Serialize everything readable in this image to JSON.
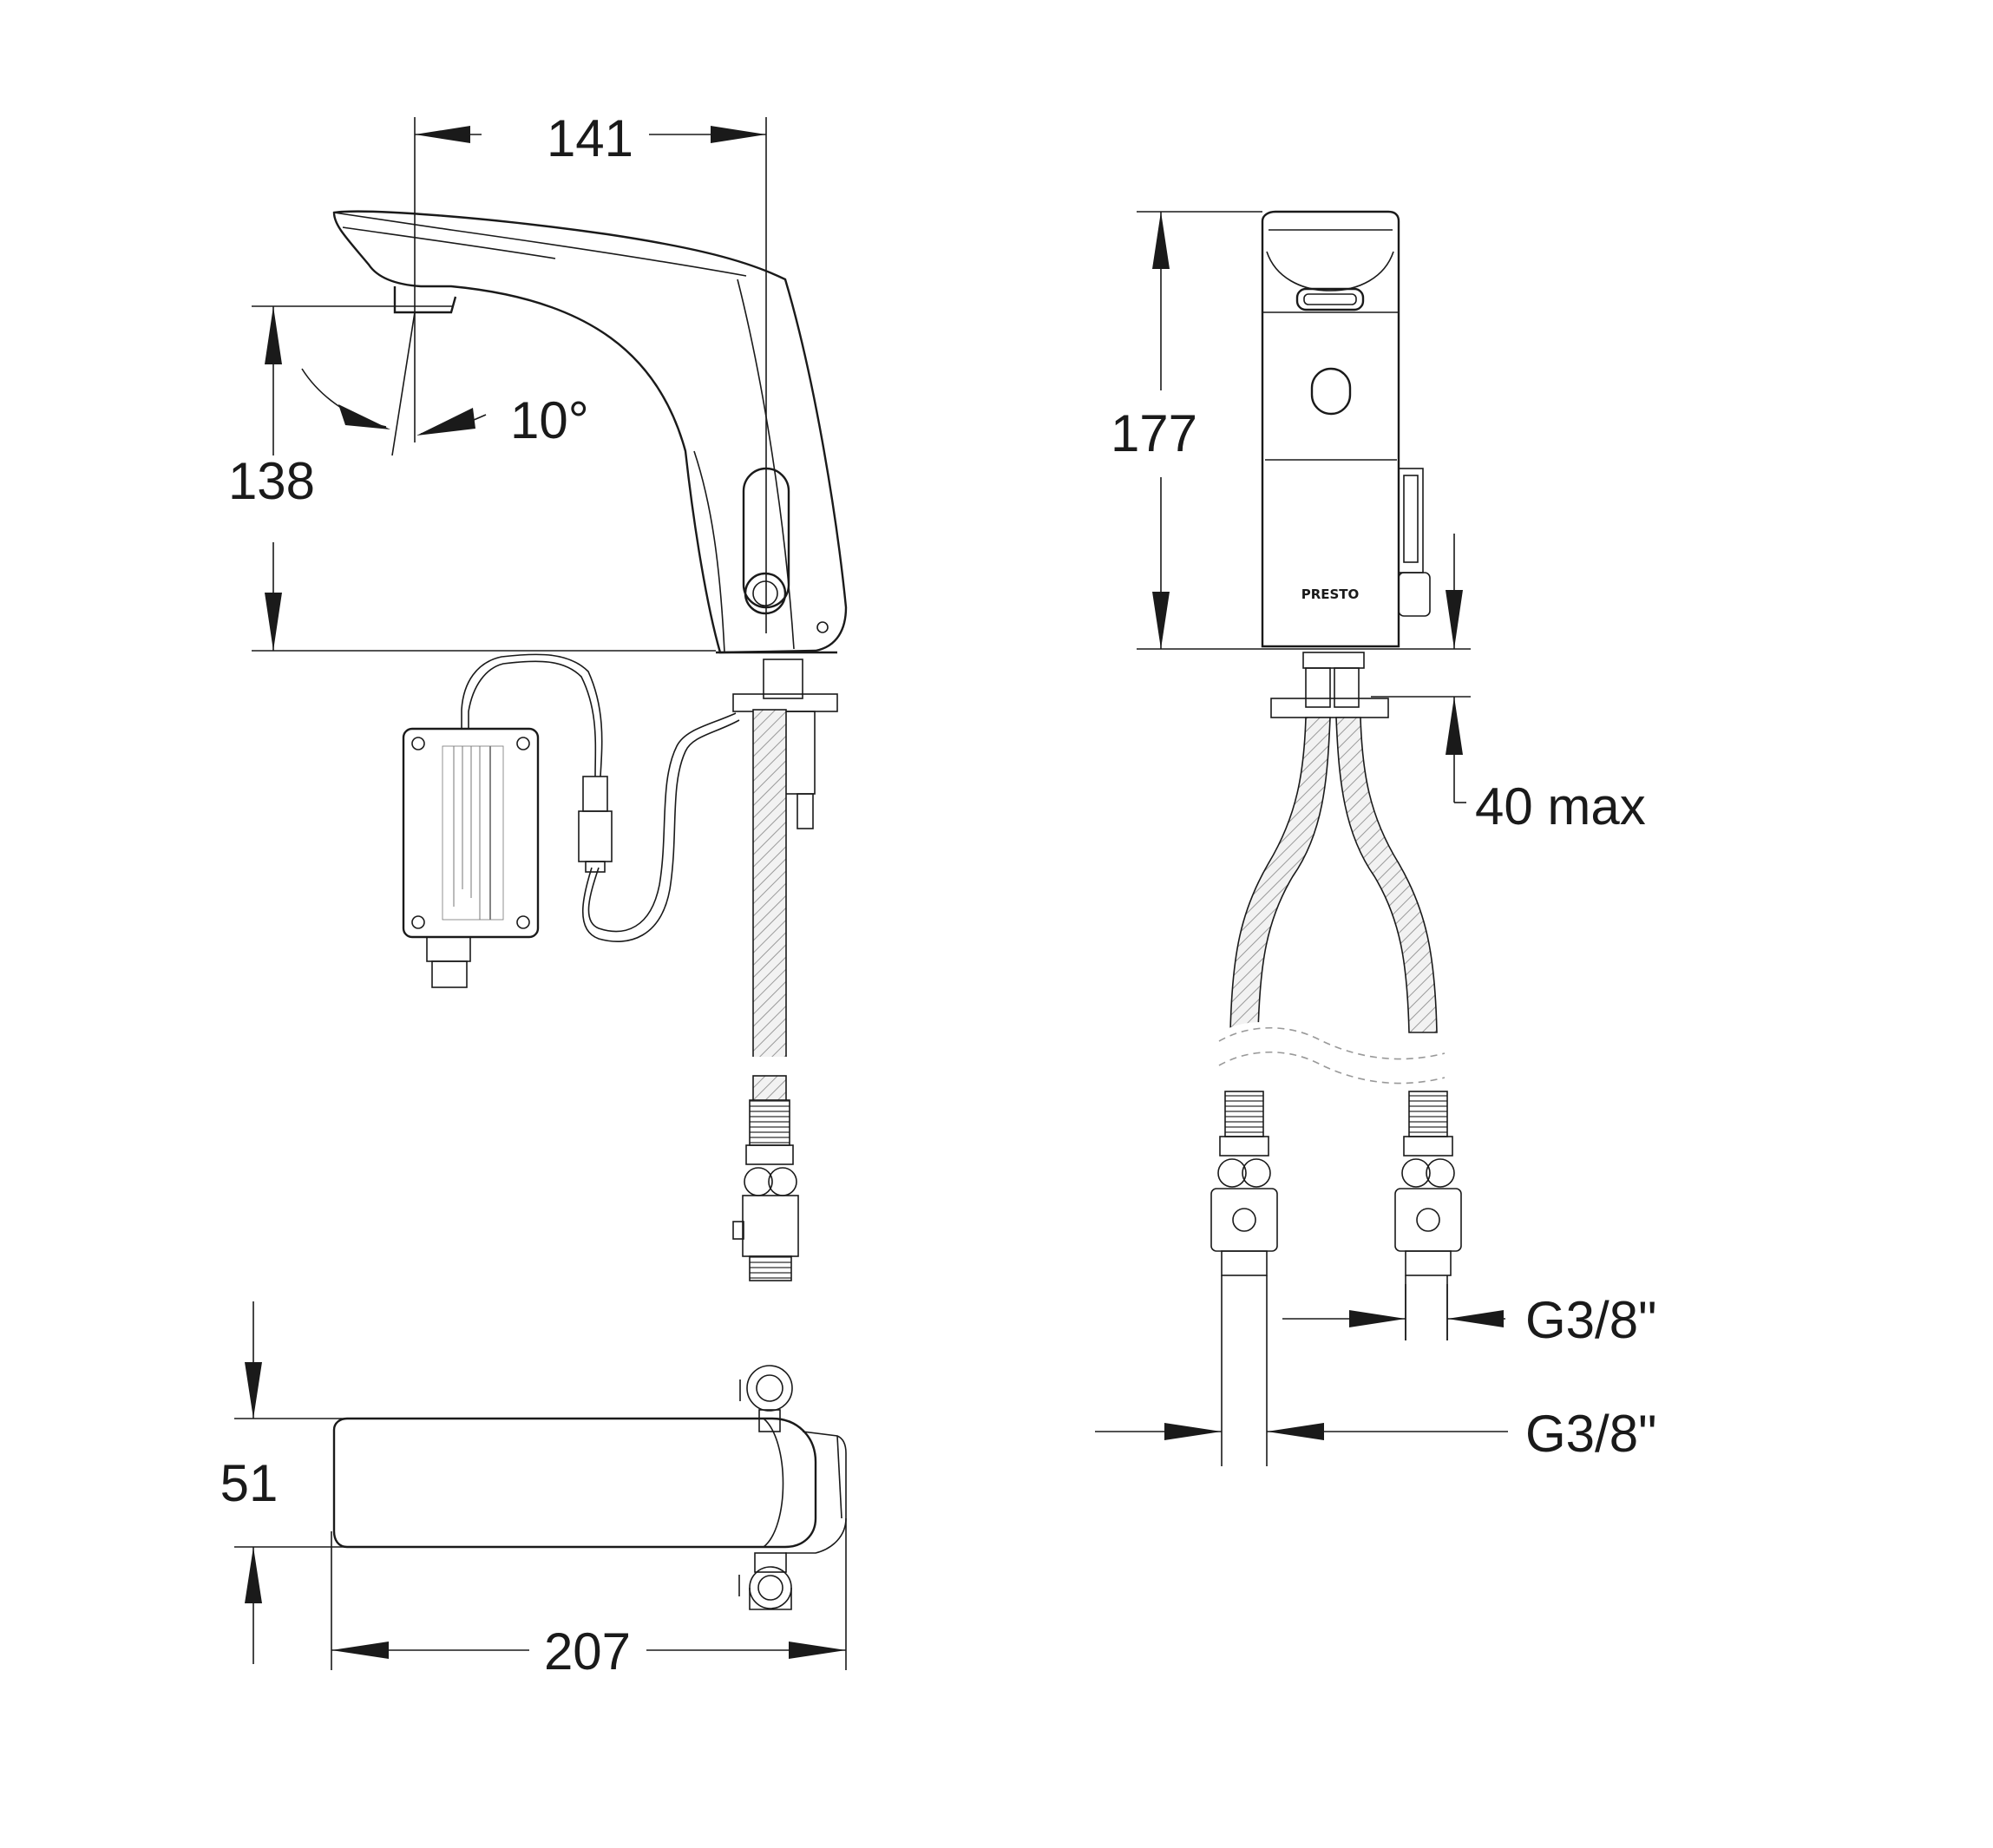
{
  "dimensions": {
    "spout_reach": "141",
    "spout_height": "138",
    "spout_angle": "10°",
    "total_height": "177",
    "deck_thickness": "40 max",
    "thread_outer": "G3/8\"",
    "thread_inner": "G3/8\"",
    "top_depth": "51",
    "top_length": "207"
  },
  "brand": "PRESTO"
}
